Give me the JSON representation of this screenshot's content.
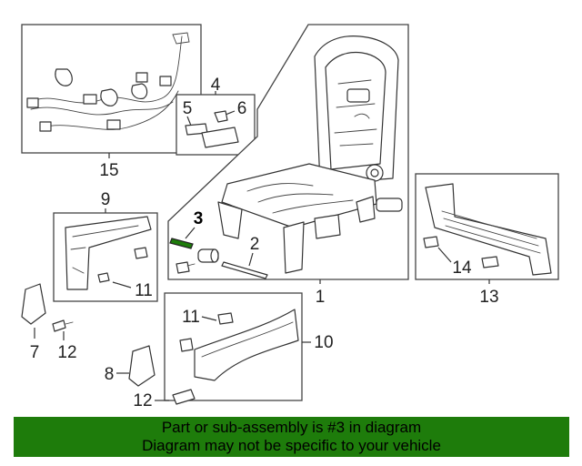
{
  "diagram": {
    "callouts": {
      "c1": "1",
      "c2": "2",
      "c3": "3",
      "c4": "4",
      "c5": "5",
      "c6": "6",
      "c7": "7",
      "c8": "8",
      "c9": "9",
      "c10": "10",
      "c11a": "11",
      "c11b": "11",
      "c12a": "12",
      "c12b": "12",
      "c13": "13",
      "c14": "14",
      "c15": "15"
    },
    "highlight_part": "3",
    "highlight_color": "#1e7c0b",
    "part_stroke_color": "#333333"
  },
  "banner": {
    "line1": "Part or sub-assembly is #3 in diagram",
    "line2": "Diagram may not be specific to your vehicle",
    "background": "#1e7c0b"
  }
}
